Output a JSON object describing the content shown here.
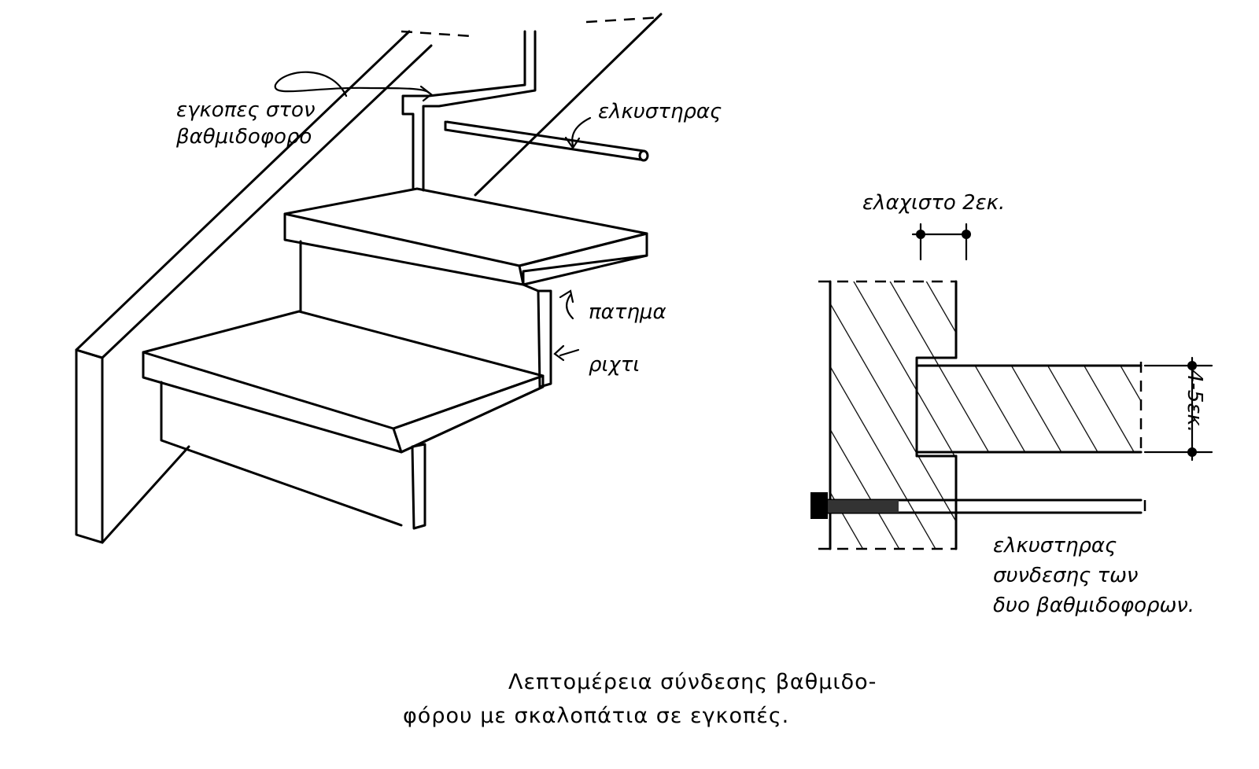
{
  "labels": {
    "notches": [
      "εγκοπες στον",
      "βαθμιδοφορο"
    ],
    "tie_rod_top": "ελκυστηρας",
    "tread": "πατημα",
    "riser": "ριχτι",
    "min_2cm": "ελαχιστο 2εκ.",
    "thickness": "4-5εκ.",
    "tie_rod_bottom": [
      "ελκυστηρας",
      "συνδεσης των",
      "δυο βαθμιδοφορων."
    ]
  },
  "caption": {
    "line1": "Λεπτομέρεια σύνδεσης βαθμιδο-",
    "line2": "φόρου με σκαλοπάτια σε εγκοπές."
  }
}
